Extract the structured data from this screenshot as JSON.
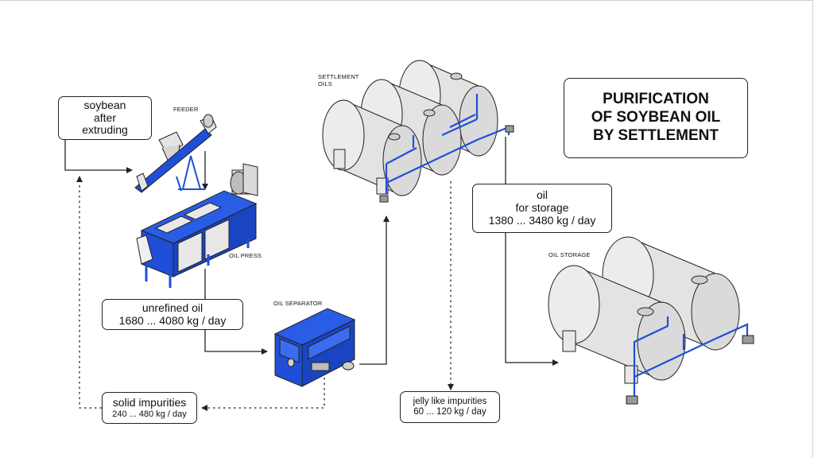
{
  "title": {
    "lines": [
      "PURIFICATION",
      "OF SOYBEAN OIL",
      "BY SETTLEMENT"
    ]
  },
  "labels": {
    "feeder": "FEEDER",
    "oil_press": "OIL PRESS",
    "oil_separator": "OIL SEPARATOR",
    "settlement_oils": [
      "SETTLEMENT",
      "OILS"
    ],
    "oil_storage": "OIL STORAGE"
  },
  "boxes": {
    "soybean": [
      "soybean",
      "after",
      "extruding"
    ],
    "unrefined_oil": {
      "name": "unrefined oil",
      "rate": "1680 ... 4080 kg / day"
    },
    "solid_impurities": {
      "name": "solid impurities",
      "rate": "240 ... 480 kg / day"
    },
    "oil_for_storage": {
      "name": "oil",
      "sub": "for storage",
      "rate": "1380 ... 3480 kg / day"
    },
    "jelly_impurities": {
      "name": "jelly like impurities",
      "rate": "60 ... 120 kg / day"
    }
  },
  "colors": {
    "equipment_blue": "#1f4fd8",
    "tank_gray": "#e3e3e3",
    "line": "#222222"
  }
}
